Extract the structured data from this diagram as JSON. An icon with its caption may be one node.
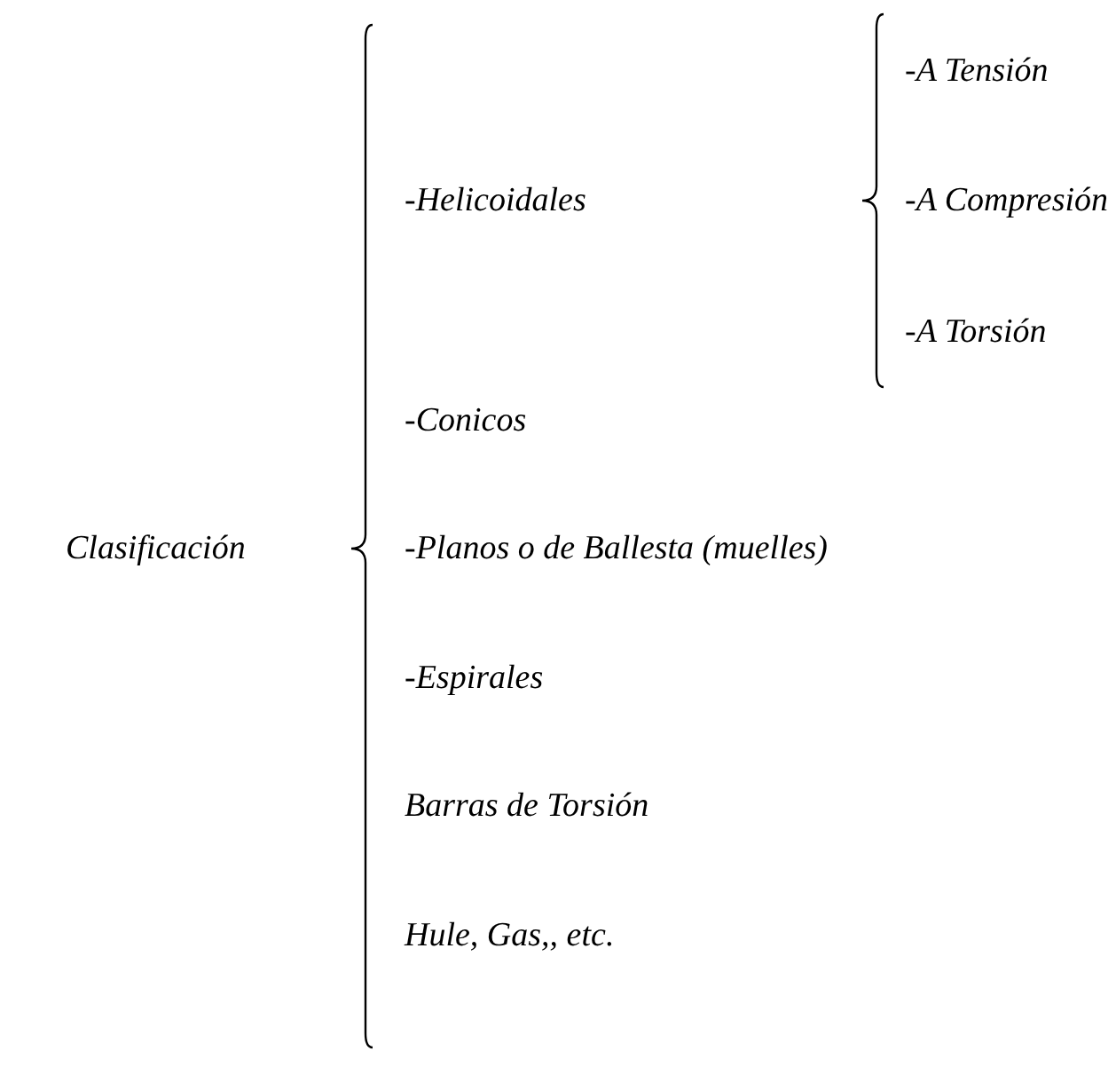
{
  "diagram": {
    "labels": [
      "-A Tensión",
      "-Helicoidales",
      "-A Compresión",
      "-A Torsión",
      "-Conicos",
      "Clasificación",
      "-Planos o de Ballesta (muelles)",
      "-Espirales",
      "Barras de Torsión",
      "Hule, Gas,, etc."
    ]
  }
}
